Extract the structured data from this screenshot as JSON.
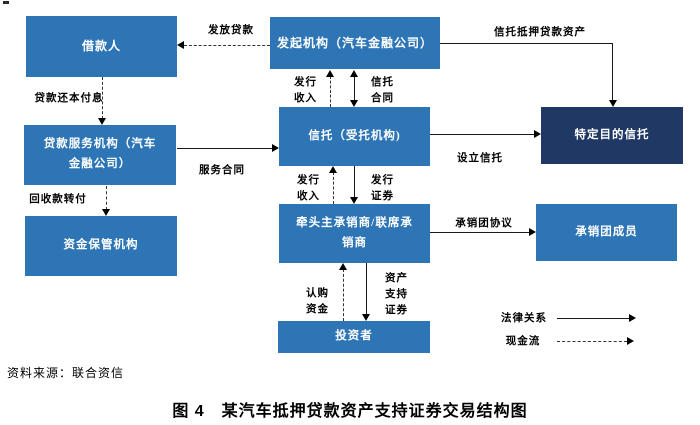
{
  "figure_caption": "图 4　某汽车抵押贷款资产支持证券交易结构图",
  "source_note": "资料来源：联合资信",
  "nodes": {
    "borrower": "借款人",
    "originator": "发起机构（汽车金融公司）",
    "special_purpose_trust": "特定目的信托",
    "loan_servicer": "贷款服务机构（汽车金融公司）",
    "trust": "信托（受托机构)",
    "fund_custodian": "资金保管机构",
    "lead_underwriter": "牵头主承销商/联席承销商",
    "syndicate_members": "承销团成员",
    "investors": "投资者"
  },
  "edges": {
    "grant_loan": "发放贷款",
    "principal_interest_repayment": "贷款还本付息",
    "service_contract": "服务合同",
    "collection_transfer": "回收款转付",
    "issuance_income_upper": "发行收入",
    "trust_contract": "信托合同",
    "entrust_mortgage_assets": "信托抵押贷款资产",
    "establish_trust": "设立信托",
    "issuance_income_lower": "发行收入",
    "issue_securities": "发行证券",
    "underwriting_agreement": "承销团协议",
    "subscription_funds": "认购资金",
    "asset_backed_securities": "资产支持证券"
  },
  "legend": {
    "legal_relation": "法律关系",
    "cash_flow": "现金流"
  },
  "colors": {
    "box_blue": "#2E75B6",
    "box_navy": "#1F3864",
    "line_solid": "#1A1A1A",
    "line_dashed": "#333333",
    "box_text": "#FFFFFF"
  }
}
